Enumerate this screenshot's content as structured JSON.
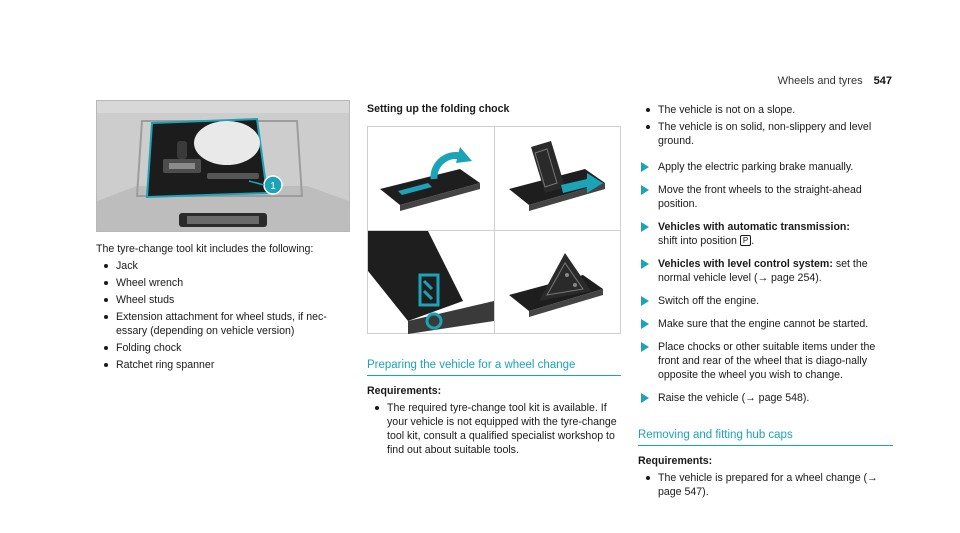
{
  "header": {
    "section_title": "Wheels and tyres",
    "page_number": "547"
  },
  "col1": {
    "photo_callout": "1",
    "caption": "The tyre-change tool kit includes the following:",
    "kit_items": [
      "Jack",
      "Wheel wrench",
      "Wheel studs",
      "Extension attachment for wheel studs, if nec-essary (depending on vehicle version)",
      "Folding chock",
      "Ratchet ring spanner"
    ]
  },
  "col2": {
    "chock_heading": "Setting up the folding chock",
    "section_title": "Preparing the vehicle for a wheel change",
    "requirements_label": "Requirements:",
    "requirements": [
      "The required tyre-change tool kit is available. If your vehicle is not equipped with the tyre-change tool kit, consult a qualified specialist workshop to find out about suitable tools."
    ]
  },
  "col3": {
    "preconditions": [
      "The vehicle is not on a slope.",
      "The vehicle is on solid, non-slippery and level ground."
    ],
    "steps": [
      {
        "bold": "",
        "text": "Apply the electric parking brake manually."
      },
      {
        "bold": "",
        "text": "Move the front wheels to the straight-ahead position."
      },
      {
        "bold": "Vehicles with automatic transmission:",
        "text": "shift into position",
        "gear": "P",
        "tail": "."
      },
      {
        "bold": "Vehicles with level control system:",
        "text": "set the normal vehicle level (→ page 254)."
      },
      {
        "bold": "",
        "text": "Switch off the engine."
      },
      {
        "bold": "",
        "text": "Make sure that the engine cannot be started."
      },
      {
        "bold": "",
        "text": "Place chocks or other suitable items under the front and rear of the wheel that is diago-nally opposite the wheel you wish to change."
      },
      {
        "bold": "",
        "text": "Raise the vehicle (→ page 548)."
      }
    ],
    "section_title": "Removing and fitting hub caps",
    "requirements_label": "Requirements:",
    "requirements": [
      "The vehicle is prepared for a wheel change (→ page 547)."
    ]
  },
  "colors": {
    "accent": "#1ba3b8",
    "text": "#1a1a1a"
  }
}
